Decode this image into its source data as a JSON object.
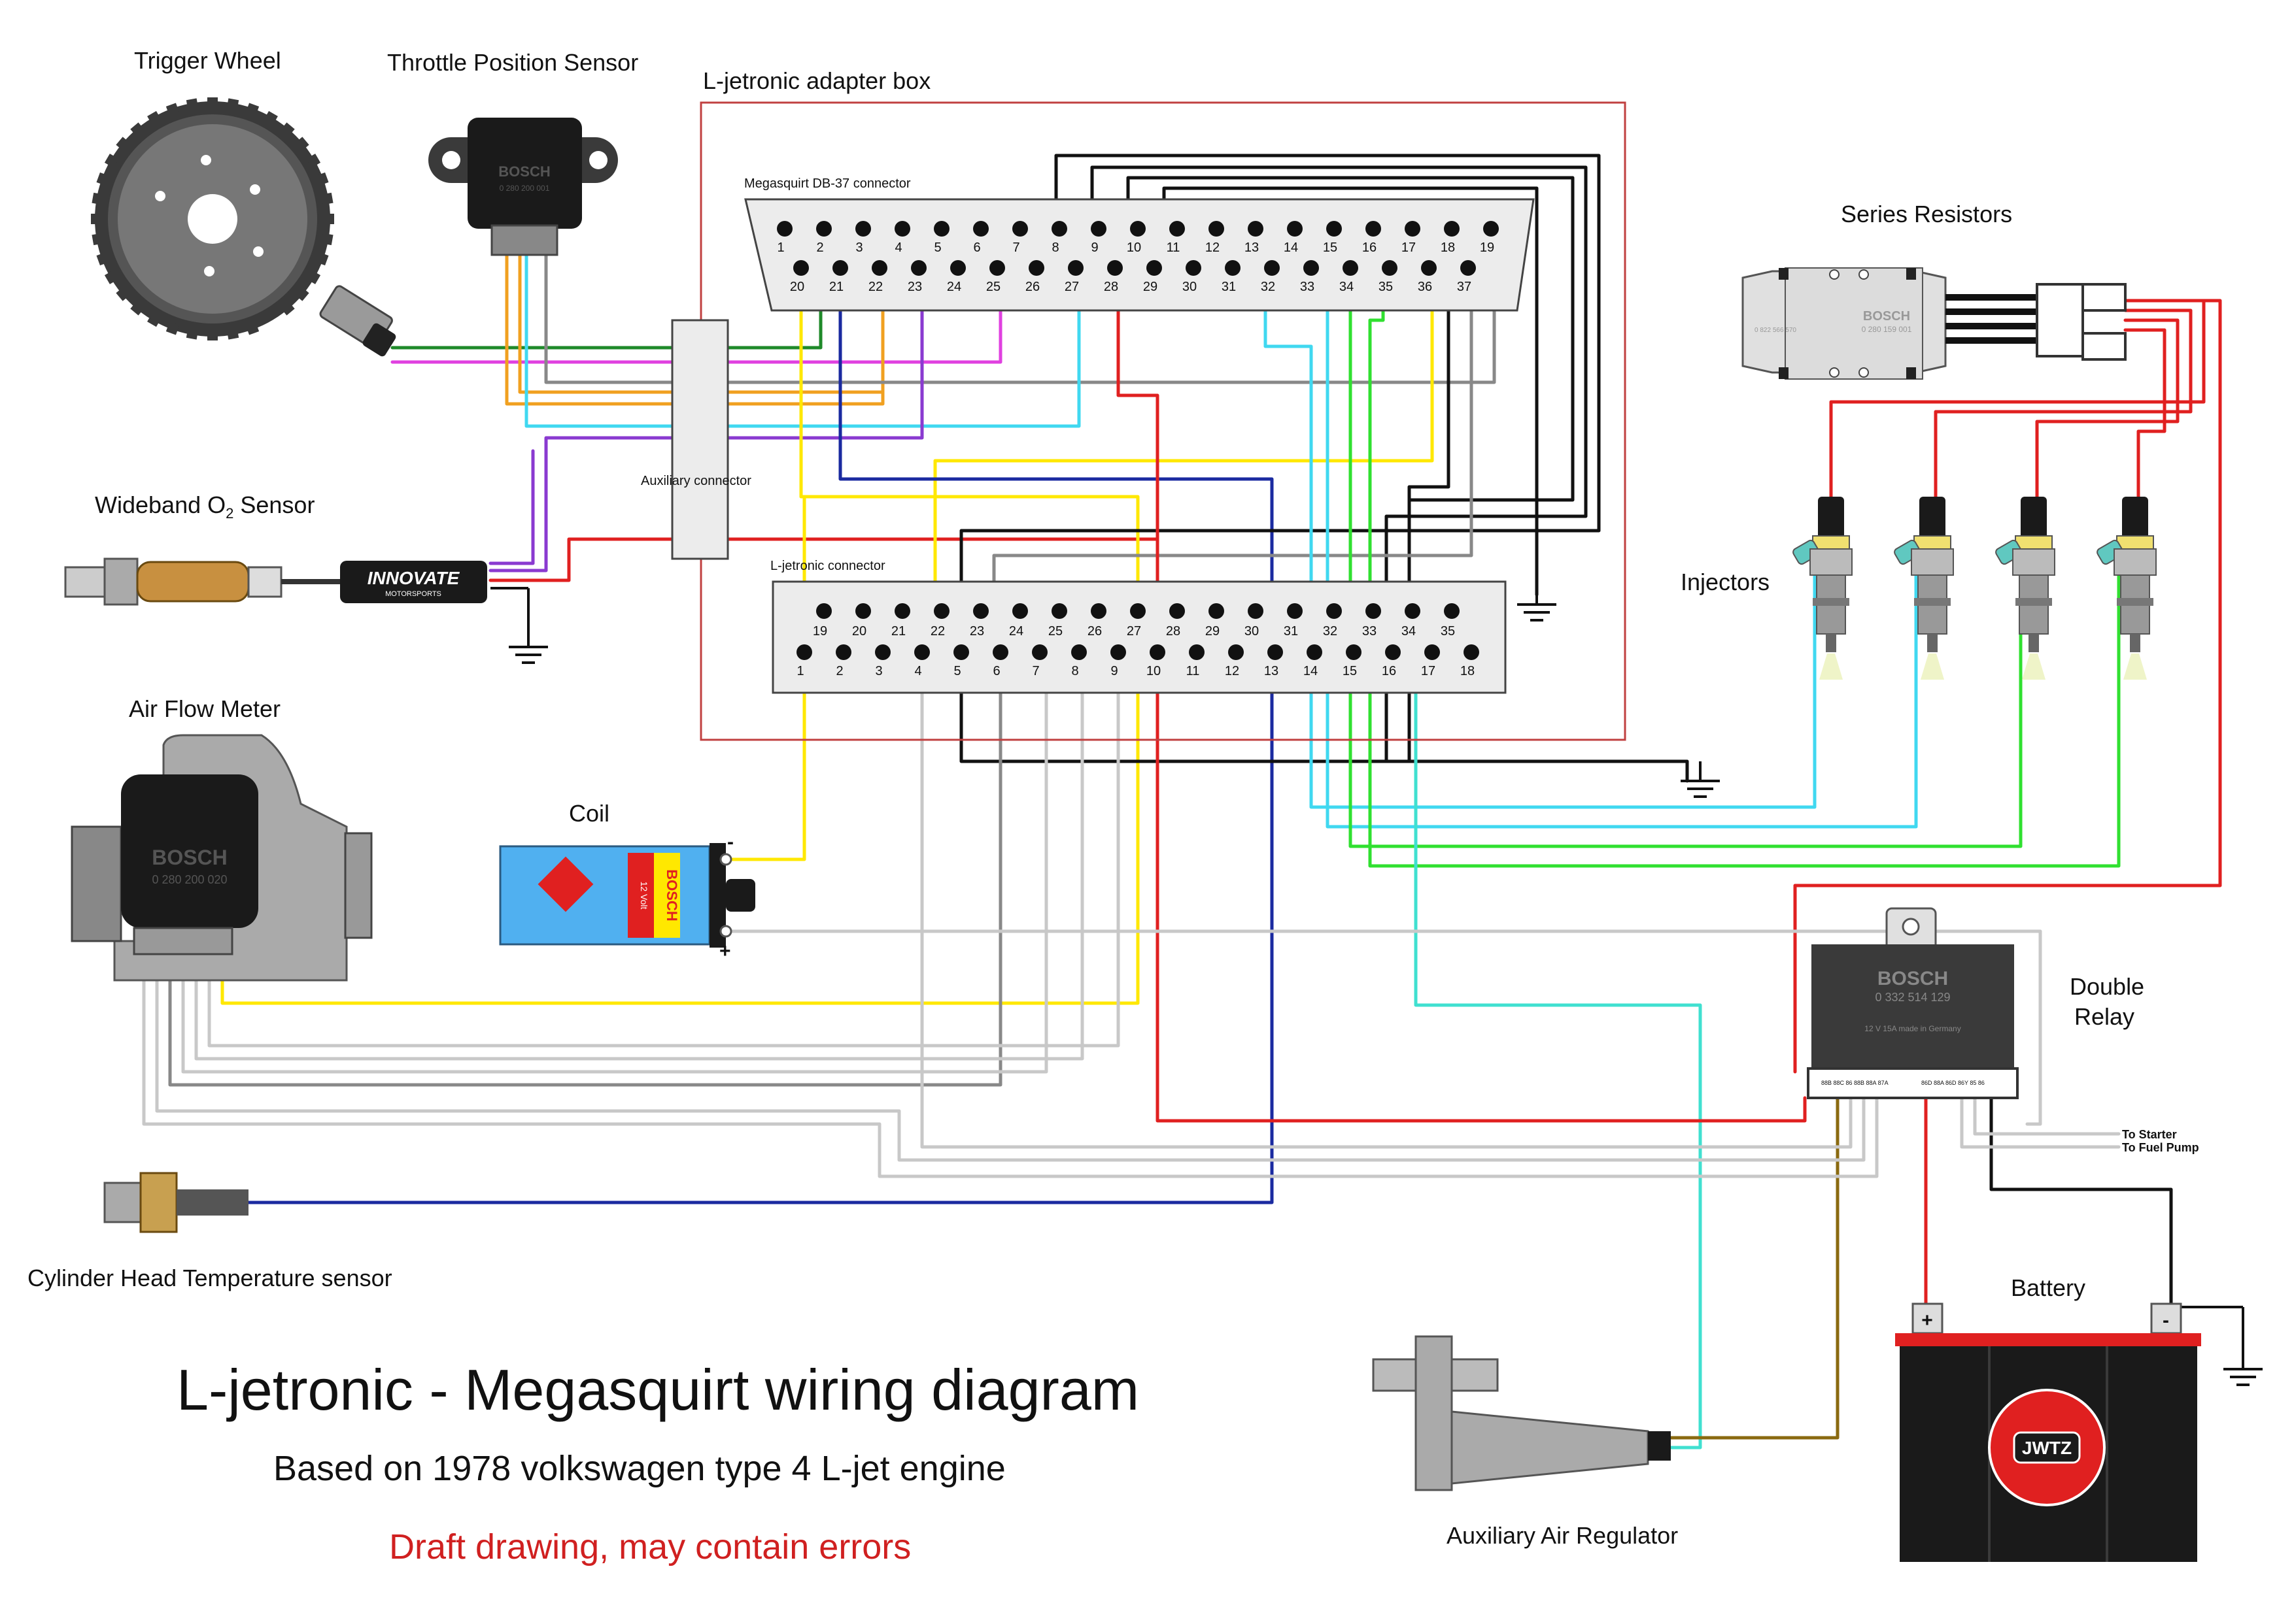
{
  "title": "L-jetronic - Megasquirt wiring diagram",
  "subtitle": "Based on 1978 volkswagen type 4 L-jet engine",
  "draft_note": "Draft drawing, may contain errors",
  "components": {
    "trigger_wheel": "Trigger Wheel",
    "tps": "Throttle Position Sensor",
    "tps_brand": "BOSCH",
    "tps_part": "0 280 200 001",
    "adapter_box": "L-jetronic adapter box",
    "db37": "Megasquirt DB-37 connector",
    "aux_connector": "Auxiliary connector",
    "ljet_connector": "L-jetronic connector",
    "wideband_prefix": "Wideband O",
    "wideband_sub": "2",
    "wideband_suffix": " Sensor",
    "innovate": "INNOVATE",
    "innovate_sub": "MOTORSPORTS",
    "afm": "Air Flow Meter",
    "afm_brand": "BOSCH",
    "afm_part": "0 280 200 020",
    "coil": "Coil",
    "coil_brand": "BOSCH",
    "coil_volt": "12 Volt",
    "coil_minus": "-",
    "coil_plus": "+",
    "cht": "Cylinder Head Temperature sensor",
    "resistors": "Series Resistors",
    "resistor_brand": "BOSCH",
    "resistor_part": "0 280 159 001",
    "resistor_part_left": "0 822 566 570",
    "injectors": "Injectors",
    "relay_line1": "Double",
    "relay_line2": "Relay",
    "relay_brand": "BOSCH",
    "relay_part": "0 332 514 129",
    "relay_rating": "12 V 15A made in Germany",
    "relay_pins_left": "88B 88C  86  88B 88A 87A",
    "relay_pins_right": "86D 88A 86D 86Y 85  86",
    "to_starter": "To Starter",
    "to_fuel_pump": "To Fuel Pump",
    "battery": "Battery",
    "battery_badge": "JWTZ",
    "battery_plus": "+",
    "battery_minus": "-",
    "aar": "Auxiliary Air Regulator"
  },
  "db37_top_pins": [
    "1",
    "2",
    "3",
    "4",
    "5",
    "6",
    "7",
    "8",
    "9",
    "10",
    "11",
    "12",
    "13",
    "14",
    "15",
    "16",
    "17",
    "18",
    "19"
  ],
  "db37_bottom_pins": [
    "20",
    "21",
    "22",
    "23",
    "24",
    "25",
    "26",
    "27",
    "28",
    "29",
    "30",
    "31",
    "32",
    "33",
    "34",
    "35",
    "36",
    "37"
  ],
  "ljet_top_pins": [
    "19",
    "20",
    "21",
    "22",
    "23",
    "24",
    "25",
    "26",
    "27",
    "28",
    "29",
    "30",
    "31",
    "32",
    "33",
    "34",
    "35"
  ],
  "ljet_bottom_pins": [
    "1",
    "2",
    "3",
    "4",
    "5",
    "6",
    "7",
    "8",
    "9",
    "10",
    "11",
    "12",
    "13",
    "14",
    "15",
    "16",
    "17",
    "18"
  ],
  "colors": {
    "red": "#e02020",
    "black": "#111111",
    "green": "#1f8a2a",
    "magenta": "#e040e0",
    "orange": "#f0a020",
    "gray": "#888888",
    "light_gray": "#c8c8c8",
    "cyan": "#40d8f0",
    "purple": "#8a3ad0",
    "yellow": "#ffe800",
    "navy": "#1a2aa0",
    "bright_green": "#30e030",
    "teal": "#40e0d0",
    "brown": "#8a6a10",
    "border_red": "#c04040"
  }
}
